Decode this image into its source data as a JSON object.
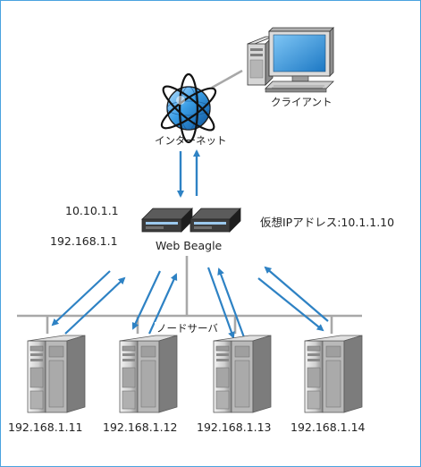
{
  "internet": {
    "label": "インターネット"
  },
  "client": {
    "label": "クライアント"
  },
  "web_beagle": {
    "label": "Web Beagle",
    "ip_outer": "10.10.1.1",
    "ip_inner": "192.168.1.1",
    "virtual_ip": "仮想IPアドレス:10.1.1.10"
  },
  "node_servers": {
    "label": "ノードサーバ",
    "items": [
      {
        "ip": "192.168.1.11"
      },
      {
        "ip": "192.168.1.12"
      },
      {
        "ip": "192.168.1.13"
      },
      {
        "ip": "192.168.1.14"
      }
    ]
  },
  "colors": {
    "arrow": "#2e82c4",
    "network_line": "#a8a8a8",
    "frame": "#4aa3df",
    "monitor_screen": "#2b8fd6",
    "server_body": "#cfcfcf",
    "device_dark": "#2c2c2c"
  }
}
